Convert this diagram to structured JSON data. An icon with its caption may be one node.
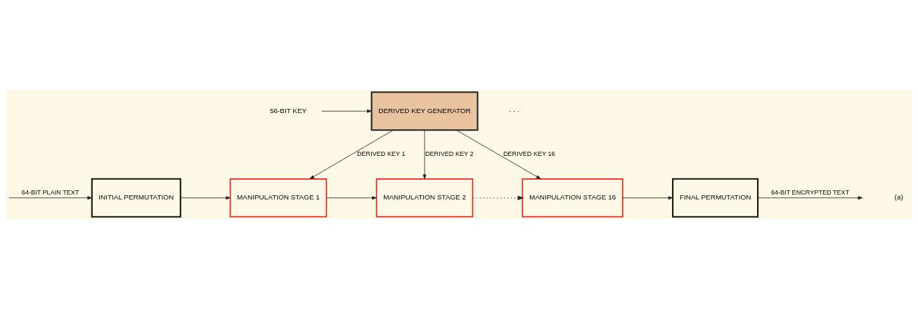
{
  "diagram": {
    "nodes": [
      {
        "text": [
          "56-BIT KEY"
        ]
      },
      {
        "text": [
          "DERIVED KEY GENERATOR"
        ]
      },
      {
        "text": [
          "INITIAL PERMUTATION"
        ]
      },
      {
        "text": [
          "MANIPULATION STAGE 1"
        ]
      },
      {
        "text": [
          "MANIPULATION STAGE 2"
        ]
      },
      {
        "text": [
          "MANIPULATION STAGE 16"
        ]
      },
      {
        "text": [
          "FINAL PERMUTATION"
        ]
      }
    ],
    "edges": [
      {
        "from": 0,
        "to": 1,
        "arrow": "to"
      },
      {
        "from": 1,
        "to": 3,
        "arrow": "to",
        "label": "DERIVED KEY 1"
      },
      {
        "from": 1,
        "to": 4,
        "arrow": "to",
        "label": "DERIVED KEY 2"
      },
      {
        "from": 1,
        "to": 5,
        "arrow": "to",
        "label": "DERIVED KEY 16"
      },
      {
        "from": null,
        "to": 2,
        "arrow": "to",
        "label": "64-BIT PLAIN TEXT"
      },
      {
        "from": 2,
        "to": 3,
        "arrow": "to"
      },
      {
        "from": 3,
        "to": 4,
        "arrow": "to"
      },
      {
        "from": 4,
        "to": 5,
        "arrow": "to",
        "style": "dashed"
      },
      {
        "from": 5,
        "to": 6,
        "arrow": "to"
      },
      {
        "from": 6,
        "to": null,
        "arrow": "to",
        "label": "64-BIT ENCRYPTED TEXT"
      }
    ],
    "labels": [
      "· · ·",
      "(a)"
    ]
  }
}
